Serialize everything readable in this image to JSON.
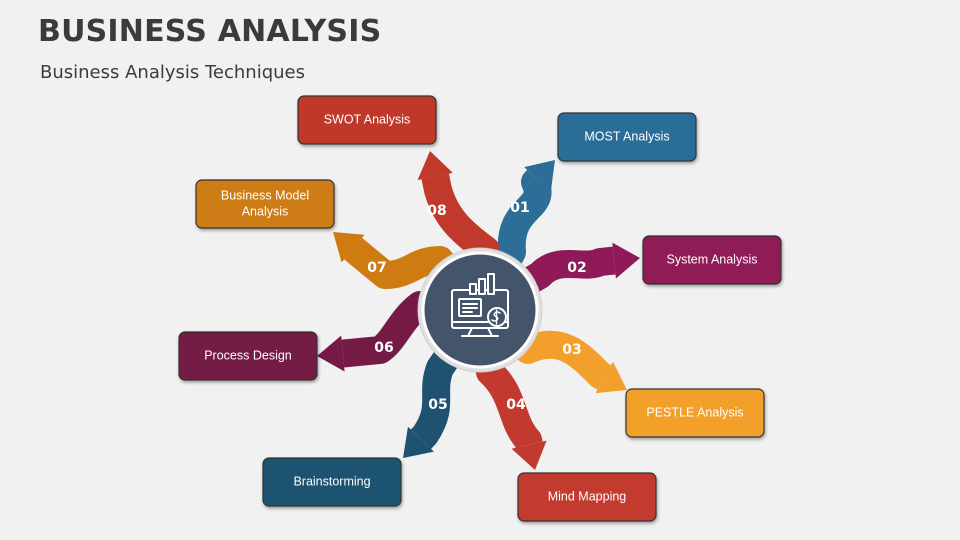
{
  "header": {
    "title": "BUSINESS ANALYSIS",
    "subtitle": "Business Analysis Techniques"
  },
  "hub_icon": "computer-finance-analytics-icon",
  "steps": [
    {
      "number": "01",
      "lines": [
        "MOST Analysis"
      ],
      "color": "#2c6e97"
    },
    {
      "number": "02",
      "lines": [
        "System Analysis"
      ],
      "color": "#8f1a57"
    },
    {
      "number": "03",
      "lines": [
        "PESTLE Analysis"
      ],
      "color": "#f2a02b"
    },
    {
      "number": "04",
      "lines": [
        "Mind Mapping"
      ],
      "color": "#c23a2f"
    },
    {
      "number": "05",
      "lines": [
        "Brainstorming"
      ],
      "color": "#1e5270"
    },
    {
      "number": "06",
      "lines": [
        "Process Design"
      ],
      "color": "#741a45"
    },
    {
      "number": "07",
      "lines": [
        "Business Model",
        "Analysis"
      ],
      "color": "#ce7b12"
    },
    {
      "number": "08",
      "lines": [
        "SWOT Analysis"
      ],
      "color": "#c0392b"
    }
  ]
}
